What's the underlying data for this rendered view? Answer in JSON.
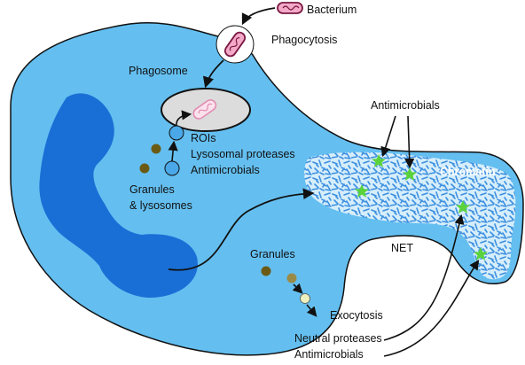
{
  "colors": {
    "cell": "#64bff0",
    "nucleus": "#1a6fd6",
    "chromatin_bg": "#d6eefb",
    "chromatin_fiber": "#3c8fe0",
    "phagosome": "#dcdcdc",
    "bacterium": "#f4a9c8",
    "bacterium_outline": "#7a1842",
    "granule_dark": "#6b5a14",
    "granule_mid": "#9a8a48",
    "granule_light": "#eef0c0",
    "vesicle": "#4aa8e8",
    "antimicrobial": "#5ad23c"
  },
  "labels": {
    "bacterium": "Bacterium",
    "phagocytosis": "Phagocytosis",
    "phagosome": "Phagosome",
    "rois": "ROIs",
    "lysosomal_proteases": "Lysosomal proteases",
    "antimicrobials_inner": "Antimicrobials",
    "granules_lysosomes_1": "Granules",
    "granules_lysosomes_2": "& lysosomes",
    "antimicrobials_top": "Antimicrobials",
    "chromatin": "Chromatin",
    "net": "NET",
    "granules": "Granules",
    "exocytosis": "Exocytosis",
    "neutral_proteases": "Neutral proteases",
    "antimicrobials_bottom": "Antimicrobials"
  }
}
